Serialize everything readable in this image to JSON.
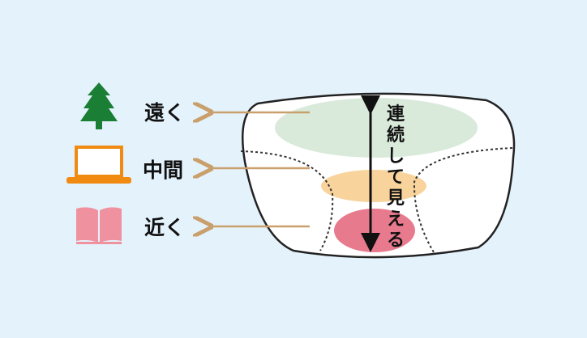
{
  "labels": {
    "far": "遠く",
    "middle": "中間",
    "near": "近く"
  },
  "vertical_text": [
    "連",
    "続",
    "し",
    "て",
    "見",
    "え",
    "る"
  ],
  "colors": {
    "background": "#e4f2fc",
    "far_zone": "#d9eadb",
    "middle_zone": "#f8d39b",
    "near_zone": "#e87a8d",
    "arrow": "#c9a06b",
    "tree": "#1a7e35",
    "laptop": "#f08a10",
    "book": "#f0919f"
  }
}
